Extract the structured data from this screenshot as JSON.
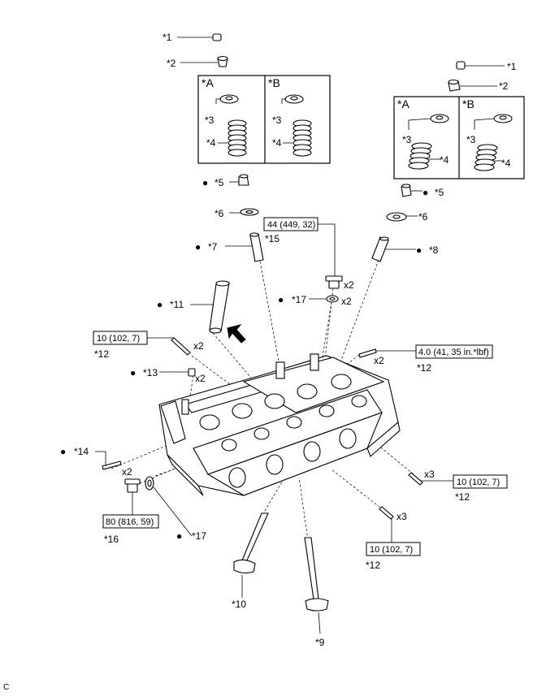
{
  "diagram": {
    "labels": {
      "p1_left": "*1",
      "p2_left": "*2",
      "p3_left": "*3",
      "p4_left": "*4",
      "p3_left_b": "*3",
      "p4_left_b": "*4",
      "p5_left": "*5",
      "p6_left": "*6",
      "p7": "*7",
      "p15": "*15",
      "p11": "*11",
      "p12_a": "*12",
      "p13": "*13",
      "p14": "*14",
      "p16": "*16",
      "p17_low": "*17",
      "p10": "*10",
      "p9": "*9",
      "p1_right": "*1",
      "p2_right": "*2",
      "p3_right_a": "*3",
      "p4_right_a": "*4",
      "p3_right_b": "*3",
      "p4_right_b": "*4",
      "p5_right": "*5",
      "p6_right": "*6",
      "p8": "*8",
      "p17_up": "*17",
      "p12_b": "*12",
      "p12_c": "*12",
      "p12_d": "*12"
    },
    "variant_labels": {
      "left_a": "*A",
      "left_b": "*B",
      "right_a": "*A",
      "right_b": "*B"
    },
    "torque_boxes": {
      "plug_15": "44 (449, 32)",
      "stud_left": "10 (102, 7)",
      "stud_right_top": "4.0 (41, 35 in.*lbf)",
      "stud_right_mid": "10 (102, 7)",
      "stud_bottom": "10 (102, 7)",
      "plug_16": "80 (816, 59)"
    },
    "quantities": {
      "q11": "x2",
      "q13": "x2",
      "q14": "x2",
      "q15": "x2",
      "q17": "x2",
      "q12_right_top": "x2",
      "q12_right_mid": "x3",
      "q12_bottom": "x3"
    },
    "bullet": "●",
    "corner_code": "C"
  }
}
